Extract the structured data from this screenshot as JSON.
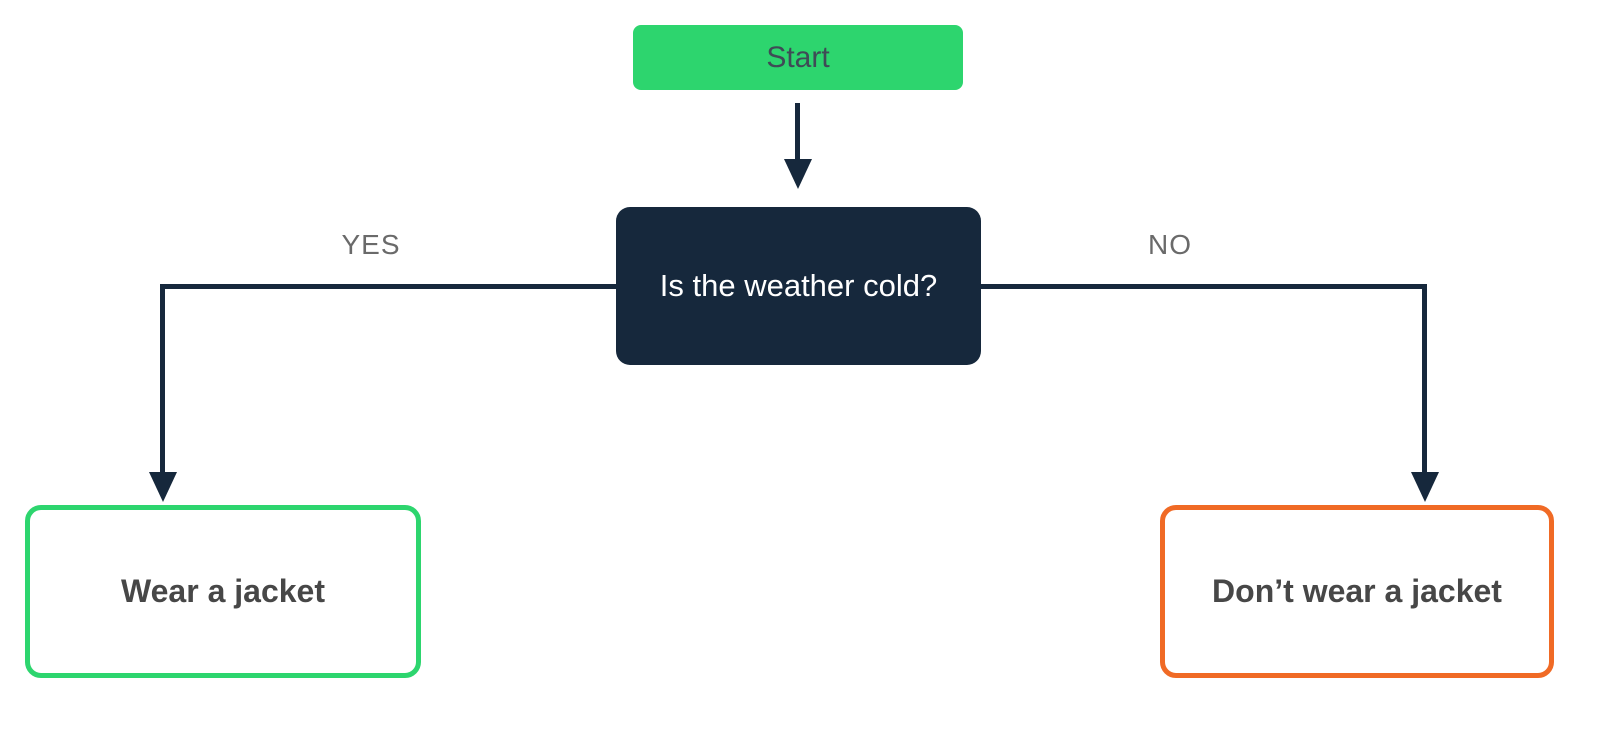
{
  "diagram": {
    "type": "flowchart",
    "nodes": {
      "start": {
        "label": "Start",
        "shape": "rounded-rect",
        "fill": "#2dd56e",
        "text_color": "#3f4b56"
      },
      "decision": {
        "label": "Is the weather cold?",
        "shape": "rounded-rect",
        "fill": "#16283c",
        "text_color": "#ffffff"
      },
      "yes_outcome": {
        "label": "Wear a jacket",
        "shape": "rounded-rect-outline",
        "border_color": "#2dd56e",
        "fill": "#ffffff",
        "text_color": "#474747"
      },
      "no_outcome": {
        "label": "Don’t wear a jacket",
        "shape": "rounded-rect-outline",
        "border_color": "#f06a25",
        "fill": "#ffffff",
        "text_color": "#474747"
      }
    },
    "edges": {
      "start_to_decision": {
        "from": "start",
        "to": "decision",
        "label": ""
      },
      "yes_branch": {
        "from": "decision",
        "to": "yes_outcome",
        "label": "YES"
      },
      "no_branch": {
        "from": "decision",
        "to": "no_outcome",
        "label": "NO"
      },
      "label_color": "#6a6a6a",
      "line_color": "#16283c"
    },
    "background_color": "#ffffff"
  }
}
